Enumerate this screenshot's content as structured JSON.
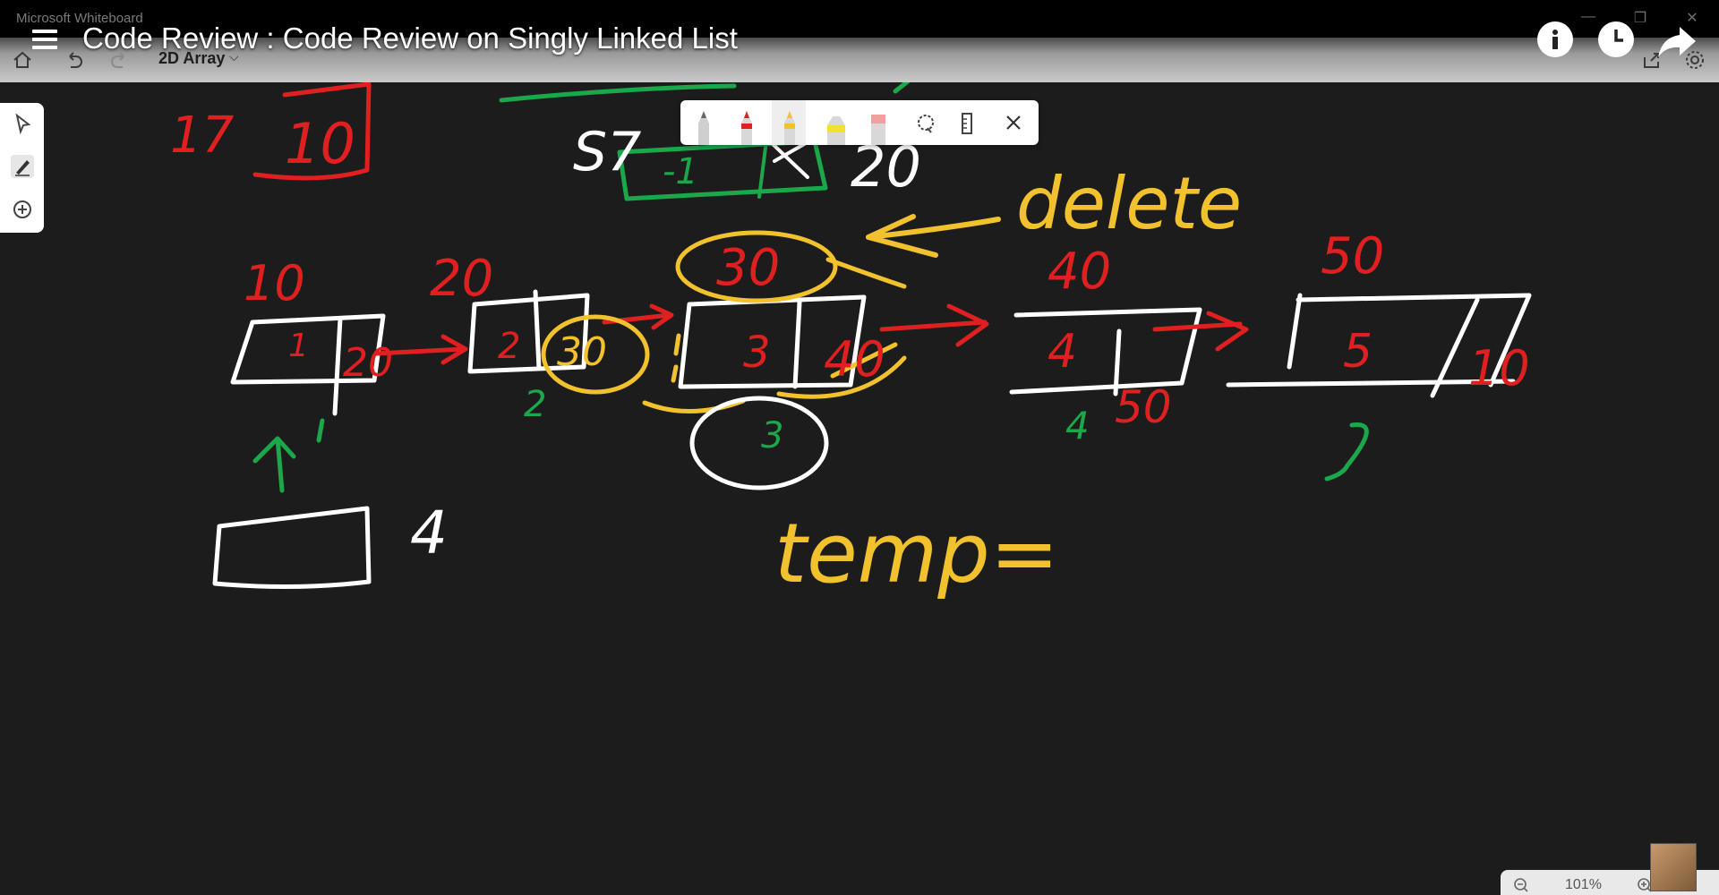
{
  "app": {
    "title": "Microsoft Whiteboard"
  },
  "toolbar": {
    "board_name": "2D Array"
  },
  "video": {
    "title": "Code Review : Code Review on Singly Linked List"
  },
  "zoom": {
    "value": "101%"
  },
  "whiteboard": {
    "top_labels": {
      "left_num": "17",
      "box_value": "10",
      "mid_left": "S7",
      "mid_box": "-1",
      "mid_right": "20"
    },
    "annotation": "delete",
    "nodes": [
      {
        "address": "10",
        "data": "1",
        "next": "20",
        "index": "1"
      },
      {
        "address": "20",
        "data": "2",
        "next": "30",
        "index": "2"
      },
      {
        "address": "30",
        "data": "3",
        "next": "40",
        "index": "3"
      },
      {
        "address": "40",
        "data": "4",
        "next": "50",
        "index": "4"
      },
      {
        "address": "50",
        "data": "5",
        "next": "10",
        "index": "5"
      }
    ],
    "new_node_label": "4",
    "temp_label": "temp="
  }
}
